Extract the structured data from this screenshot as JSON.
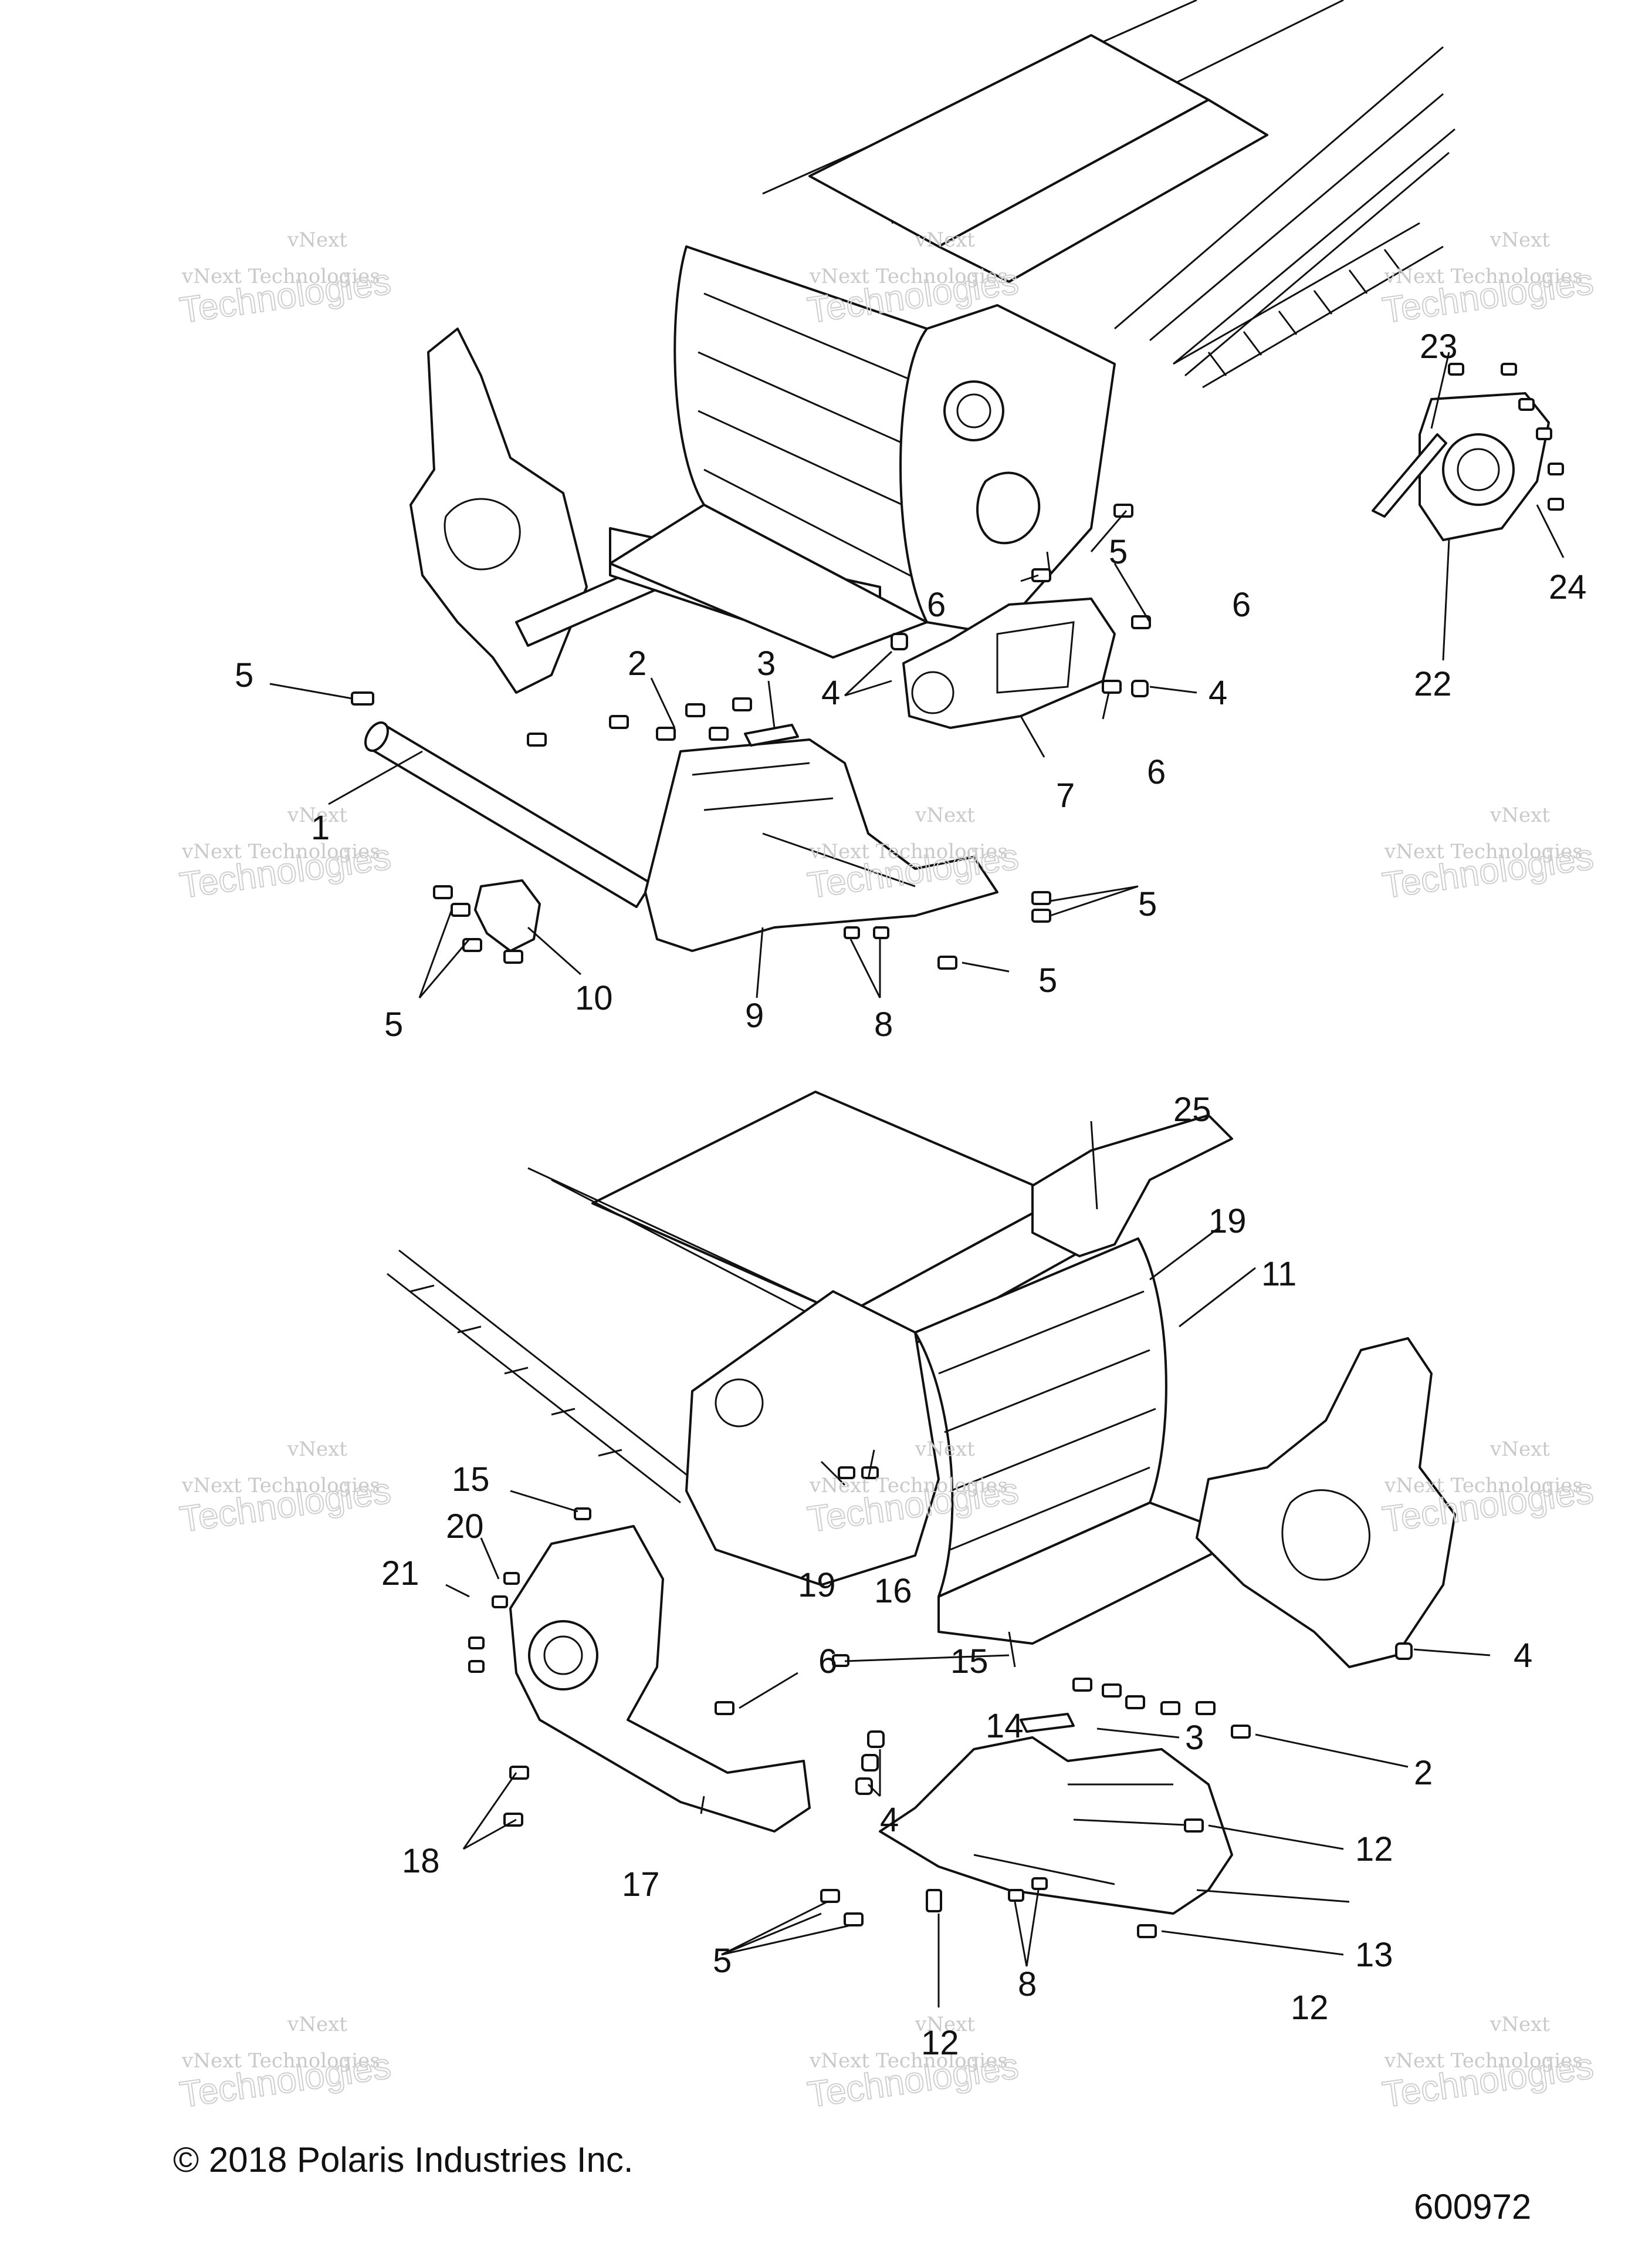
{
  "watermarks": [
    {
      "line1": "vNext",
      "line2": "vNext Technologies",
      "line3": "Technologies"
    },
    {
      "line1": "vNext",
      "line2": "vNext Technologies",
      "line3": "Technologies"
    },
    {
      "line1": "vNext",
      "line2": "vNext Technologies",
      "line3": "Technologies"
    },
    {
      "line1": "vNext",
      "line2": "vNext Technologies",
      "line3": "Technologies"
    },
    {
      "line1": "vNext",
      "line2": "vNext Technologies",
      "line3": "Technologies"
    },
    {
      "line1": "vNext",
      "line2": "vNext Technologies",
      "line3": "Technologies"
    },
    {
      "line1": "vNext",
      "line2": "vNext Technologies",
      "line3": "Technologies"
    },
    {
      "line1": "vNext",
      "line2": "vNext Technologies",
      "line3": "Technologies"
    },
    {
      "line1": "vNext",
      "line2": "vNext Technologies",
      "line3": "Technologies"
    },
    {
      "line1": "vNext",
      "line2": "vNext Technologies",
      "line3": "Technologies"
    },
    {
      "line1": "vNext",
      "line2": "vNext Technologies",
      "line3": "Technologies"
    },
    {
      "line1": "vNext",
      "line2": "vNext Technologies",
      "line3": "Technologies"
    }
  ],
  "callouts": {
    "top": {
      "c1": "1",
      "c2": "2",
      "c3": "3",
      "c4a": "4",
      "c4b": "4",
      "c5a": "5",
      "c5b": "5",
      "c5c": "5",
      "c5d": "5",
      "c5e": "5",
      "c6a": "6",
      "c6b": "6",
      "c6c": "6",
      "c7": "7",
      "c8": "8",
      "c9": "9",
      "c10": "10",
      "c22": "22",
      "c23": "23",
      "c24": "24"
    },
    "bottom": {
      "c2": "2",
      "c3": "3",
      "c4a": "4",
      "c4b": "4",
      "c5": "5",
      "c6": "6",
      "c8": "8",
      "c11": "11",
      "c12a": "12",
      "c12b": "12",
      "c12c": "12",
      "c13": "13",
      "c14": "14",
      "c15a": "15",
      "c15b": "15",
      "c16": "16",
      "c17": "17",
      "c18": "18",
      "c19a": "19",
      "c19b": "19",
      "c20": "20",
      "c21": "21",
      "c25": "25"
    }
  },
  "footer": {
    "copyright": "© 2018 Polaris Industries Inc.",
    "drawing_number": "600972"
  }
}
